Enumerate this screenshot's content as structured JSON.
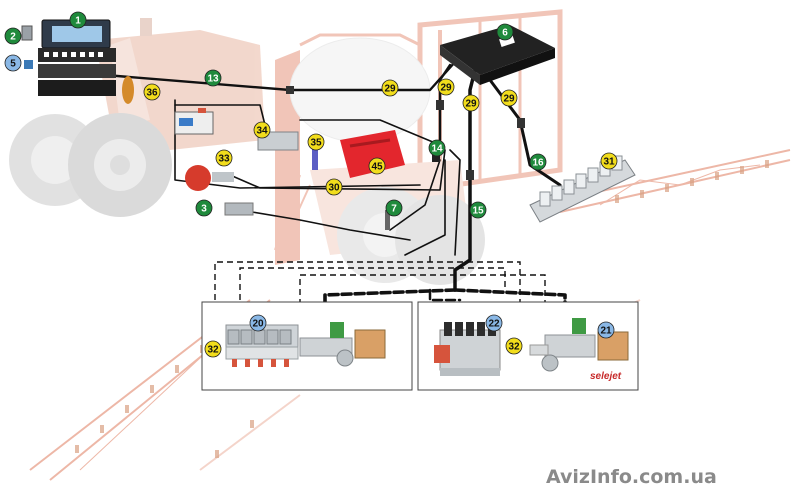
{
  "colors": {
    "green_marker": "#1f8a3c",
    "yellow_marker": "#f2dd1c",
    "blue_marker": "#8ab8e6",
    "cable": "#111111",
    "machine_faded": "#e9b8a4",
    "boom": "#e8a08a",
    "wheels": "#c9c9c9"
  },
  "markers": [
    {
      "id": "m1",
      "label": "1",
      "color": "green",
      "name": "marker-1"
    },
    {
      "id": "m2",
      "label": "2",
      "color": "green",
      "name": "marker-2"
    },
    {
      "id": "m3",
      "label": "3",
      "color": "green",
      "name": "marker-3"
    },
    {
      "id": "m5",
      "label": "5",
      "color": "blue",
      "name": "marker-5"
    },
    {
      "id": "m6",
      "label": "6",
      "color": "green",
      "name": "marker-6"
    },
    {
      "id": "m7",
      "label": "7",
      "color": "green",
      "name": "marker-7"
    },
    {
      "id": "m13",
      "label": "13",
      "color": "green",
      "name": "marker-13"
    },
    {
      "id": "m14",
      "label": "14",
      "color": "green",
      "name": "marker-14"
    },
    {
      "id": "m15",
      "label": "15",
      "color": "green",
      "name": "marker-15"
    },
    {
      "id": "m16",
      "label": "16",
      "color": "green",
      "name": "marker-16"
    },
    {
      "id": "m20",
      "label": "20",
      "color": "blue",
      "name": "marker-20"
    },
    {
      "id": "m21",
      "label": "21",
      "color": "blue",
      "name": "marker-21"
    },
    {
      "id": "m22",
      "label": "22",
      "color": "blue",
      "name": "marker-22"
    },
    {
      "id": "m29a",
      "label": "29",
      "color": "yellow",
      "name": "marker-29-a"
    },
    {
      "id": "m29b",
      "label": "29",
      "color": "yellow",
      "name": "marker-29-b"
    },
    {
      "id": "m29c",
      "label": "29",
      "color": "yellow",
      "name": "marker-29-c"
    },
    {
      "id": "m29d",
      "label": "29",
      "color": "yellow",
      "name": "marker-29-d"
    },
    {
      "id": "m30",
      "label": "30",
      "color": "yellow",
      "name": "marker-30"
    },
    {
      "id": "m31",
      "label": "31",
      "color": "yellow",
      "name": "marker-31"
    },
    {
      "id": "m32a",
      "label": "32",
      "color": "yellow",
      "name": "marker-32-a"
    },
    {
      "id": "m32b",
      "label": "32",
      "color": "yellow",
      "name": "marker-32-b"
    },
    {
      "id": "m33",
      "label": "33",
      "color": "yellow",
      "name": "marker-33"
    },
    {
      "id": "m34",
      "label": "34",
      "color": "yellow",
      "name": "marker-34"
    },
    {
      "id": "m35",
      "label": "35",
      "color": "yellow",
      "name": "marker-35"
    },
    {
      "id": "m36",
      "label": "36",
      "color": "yellow",
      "name": "marker-36"
    },
    {
      "id": "m45",
      "label": "45",
      "color": "yellow",
      "name": "marker-45"
    }
  ],
  "brand_logo": "selejet",
  "watermark": "AvizInfo.com.ua"
}
